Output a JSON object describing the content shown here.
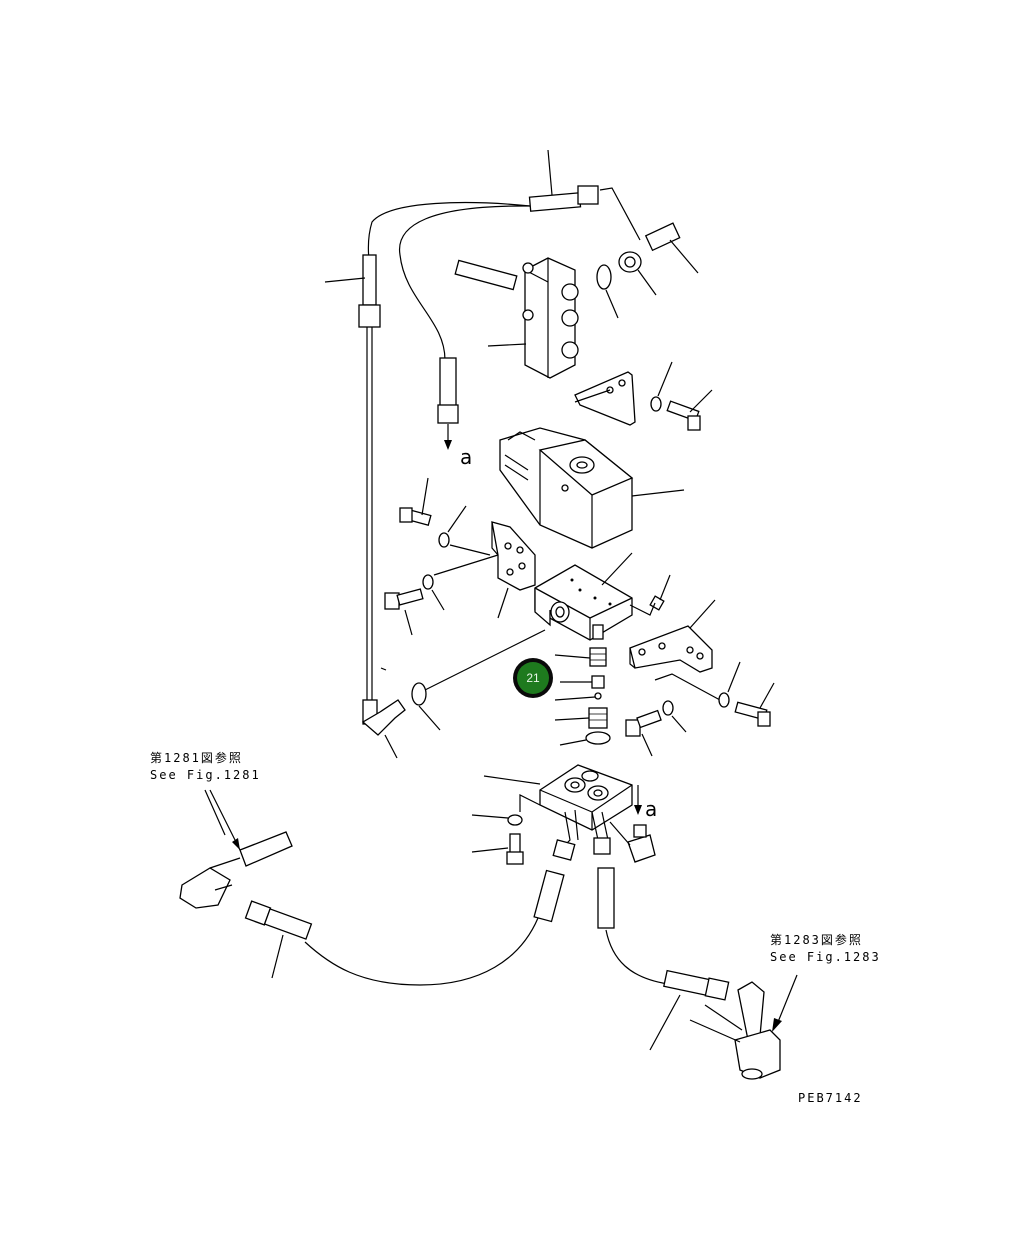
{
  "callout": {
    "number": "21",
    "color": "#1e7a1e",
    "ring_color": "#0a0a0a"
  },
  "ref_left": {
    "jp": "第1281図参照",
    "en": "See Fig.1281"
  },
  "ref_right": {
    "jp": "第1283図参照",
    "en": "See Fig.1283"
  },
  "arrow_label_top": "a",
  "arrow_label_bottom": "a",
  "drawing_code": "PEB7142"
}
